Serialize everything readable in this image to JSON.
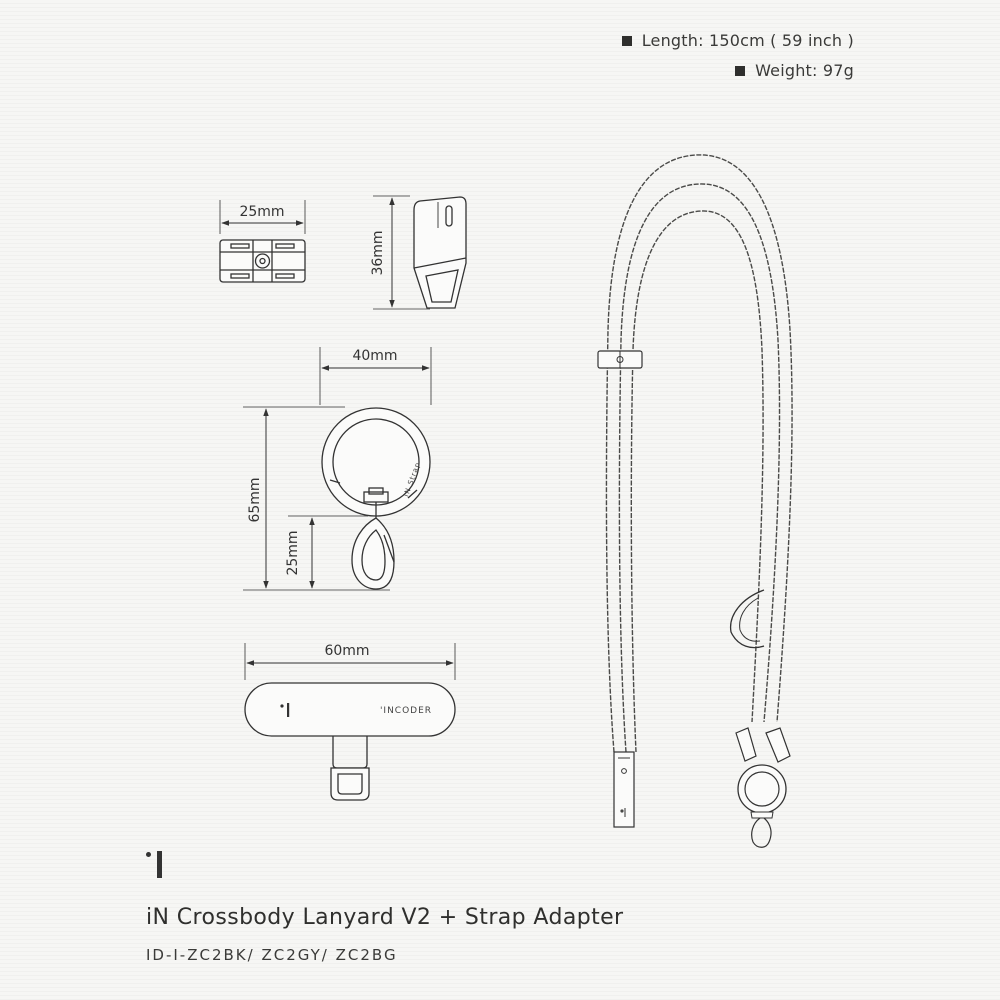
{
  "specs": {
    "length": "Length: 150cm ( 59 inch )",
    "weight": "Weight: 97g"
  },
  "dimensions": {
    "connector_width": "25mm",
    "connector_height": "36mm",
    "ring_width": "40mm",
    "ring_total_height": "65mm",
    "hook_height": "25mm",
    "adapter_width": "60mm"
  },
  "adapter_brand": "'INCODER",
  "ring_engraving": "IN Strap",
  "product": {
    "title": "iN Crossbody Lanyard V2 + Strap Adapter",
    "codes": "ID-I-ZC2BK/ ZC2GY/ ZC2BG"
  },
  "colors": {
    "line": "#333333",
    "background": "#f6f6f4"
  }
}
